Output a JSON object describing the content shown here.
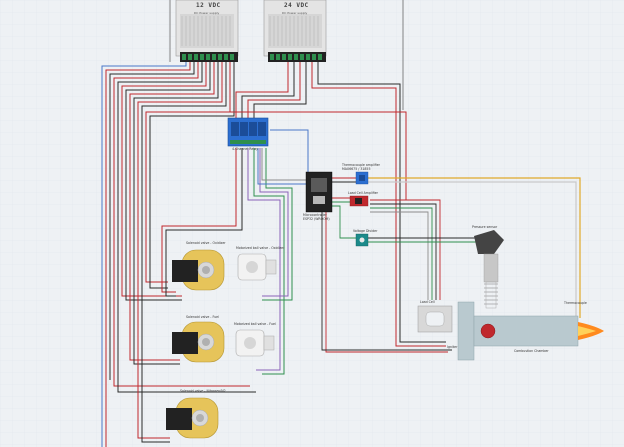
{
  "canvas": {
    "background": "#eef1f4",
    "grid_color": "#dfe4ea"
  },
  "power_supply_12": {
    "title": "12 VDC",
    "subtitle": "DC Power supply"
  },
  "power_supply_24": {
    "title": "24 VDC",
    "subtitle": "DC Power supply"
  },
  "relay_module": {
    "label": "4-Channel Relay"
  },
  "microcontroller": {
    "label_line1": "Microcontroller",
    "label_line2": "ESP32 (WROOM)"
  },
  "thermocouple_amp": {
    "label_line1": "Thermocouple amplifier",
    "label_line2": "MAX6675 / 31855"
  },
  "load_cell_amp": {
    "label": "Load Cell Amplifier"
  },
  "voltage_divider": {
    "label": "Voltage Divider"
  },
  "pressure_sensor": {
    "label": "Pressure sensor"
  },
  "load_cell": {
    "label": "Load Cell"
  },
  "igniter": {
    "label": "Igniter"
  },
  "combustion_chamber": {
    "label": "Combustion Chamber"
  },
  "thermocouple": {
    "label": "Thermocouple"
  },
  "solenoid_oxidizer": {
    "label": "Solenoid valve - Oxidizer"
  },
  "ball_valve_oxidizer": {
    "label": "Motorized ball valve - Oxidizer"
  },
  "solenoid_fuel": {
    "label": "Solenoid valve - Fuel"
  },
  "ball_valve_fuel": {
    "label": "Motorized ball valve - Fuel"
  },
  "solenoid_nitrogen": {
    "label": "Solenoid valve - Nitrogen/N2"
  },
  "colors": {
    "wire_red": "#c0282d",
    "wire_black": "#2a2a2a",
    "wire_blue": "#4a78c8",
    "wire_green": "#2f8f4e",
    "wire_yellow": "#e0a92a",
    "wire_purple": "#8a63b8",
    "wire_gray": "#8c8c8c",
    "valve_brass": "#e6c45a",
    "relay_blue": "#2c6fd1",
    "chamber": "#b9c9cf",
    "flame": "#ff8a1e"
  }
}
